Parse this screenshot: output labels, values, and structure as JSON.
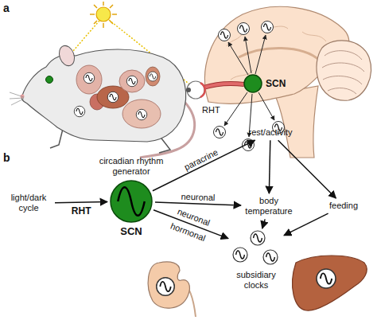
{
  "diagram": {
    "nodes": [
      {
        "text": [
          "SCN"
        ]
      },
      {
        "text": [
          "light/dark cycle"
        ]
      },
      {
        "text": [
          "circadian rhythm generator",
          "SCN"
        ]
      },
      {
        "text": [
          "rest/activity"
        ]
      },
      {
        "text": [
          "body temperature"
        ]
      },
      {
        "text": [
          "feeding"
        ]
      },
      {
        "text": [
          "subsidiary clocks"
        ]
      }
    ],
    "edges": [
      {
        "from": 1,
        "to": 2,
        "label": "RHT",
        "arrow": "to"
      },
      {
        "from": 2,
        "to": 3,
        "label": "paracrine",
        "arrow": "to"
      },
      {
        "from": 2,
        "to": 4,
        "label": "neuronal",
        "arrow": "to"
      },
      {
        "from": 2,
        "to": 6,
        "label": "neuronal hormonal",
        "arrow": "to"
      },
      {
        "from": 3,
        "to": 4,
        "arrow": "to"
      },
      {
        "from": 3,
        "to": 5,
        "arrow": "to"
      },
      {
        "from": 4,
        "to": 6,
        "arrow": "to"
      },
      {
        "from": 5,
        "to": 6,
        "arrow": "to"
      }
    ],
    "labels": [
      "a",
      "b",
      "RHT"
    ]
  }
}
